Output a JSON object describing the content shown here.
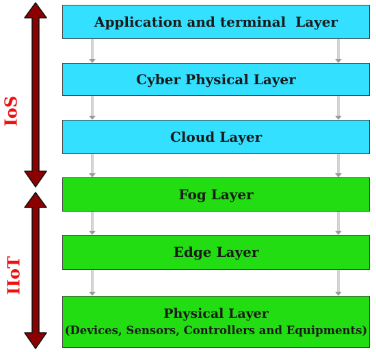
{
  "layers": [
    {
      "id": "application",
      "label": "Application and terminal  Layer",
      "group": "IoS"
    },
    {
      "id": "cyber-physical",
      "label": "Cyber Physical Layer",
      "group": "IoS"
    },
    {
      "id": "cloud",
      "label": "Cloud Layer",
      "group": "IoS"
    },
    {
      "id": "fog",
      "label": "Fog Layer",
      "group": "IIoT"
    },
    {
      "id": "edge",
      "label": "Edge Layer",
      "group": "IIoT"
    },
    {
      "id": "physical",
      "label": "Physical Layer",
      "sublabel": "(Devices, Sensors, Controllers and Equipments)",
      "group": "IIoT"
    }
  ],
  "groups": {
    "ios": {
      "label": "IoS",
      "color": "#8b0000"
    },
    "iiot": {
      "label": "IIoT",
      "color": "#8b0000"
    }
  },
  "colors": {
    "ios_fill": "#33e0ff",
    "iiot_fill": "#22dd11",
    "group_label": "#ee1111"
  }
}
